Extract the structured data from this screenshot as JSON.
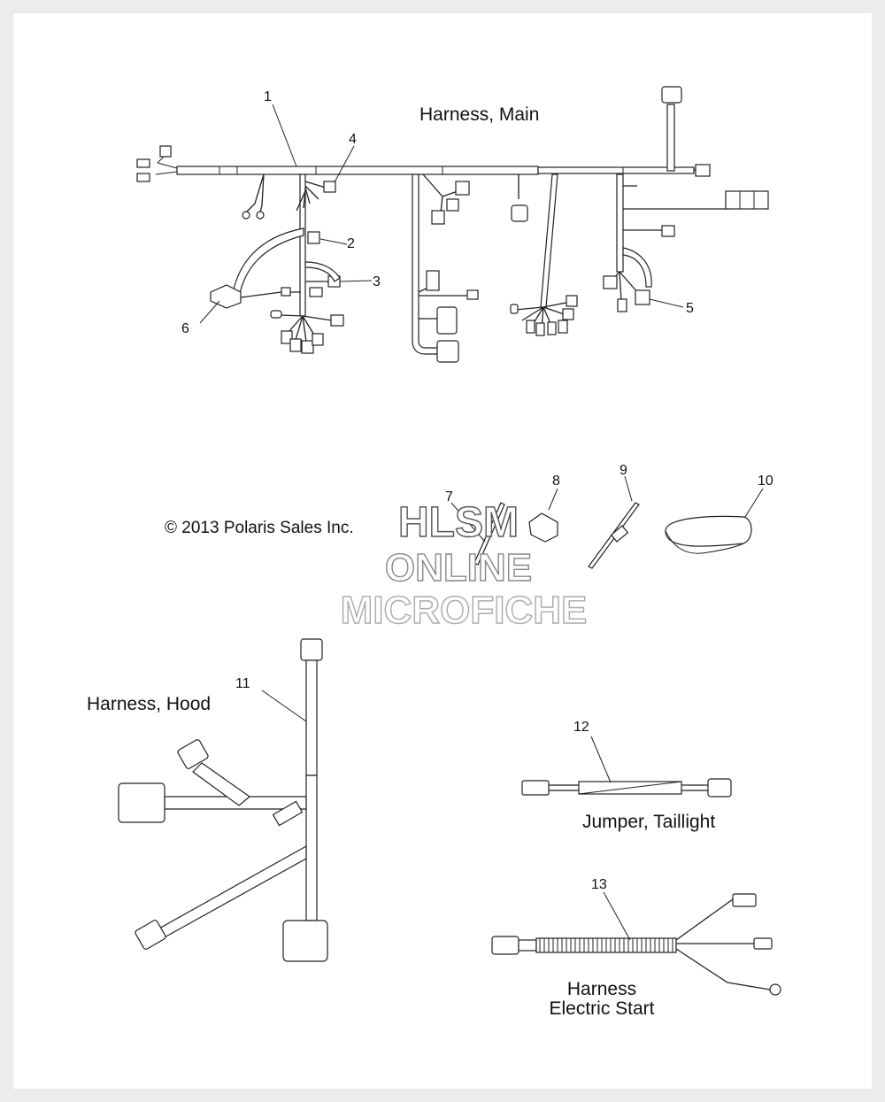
{
  "labels": {
    "harness_main": "Harness, Main",
    "harness_hood": "Harness, Hood",
    "jumper_taillight": "Jumper, Taillight",
    "harness_electric_start_line1": "Harness",
    "harness_electric_start_line2": "Electric Start",
    "copyright": "© 2013 Polaris Sales Inc."
  },
  "watermark": {
    "line1": "HLSM",
    "line2": "ONLINE",
    "line3": "MICROFICHE"
  },
  "callouts": {
    "c1": "1",
    "c2": "2",
    "c3": "3",
    "c4": "4",
    "c5": "5",
    "c6": "6",
    "c7": "7",
    "c8": "8",
    "c9": "9",
    "c10": "10",
    "c11": "11",
    "c12": "12",
    "c13": "13"
  }
}
